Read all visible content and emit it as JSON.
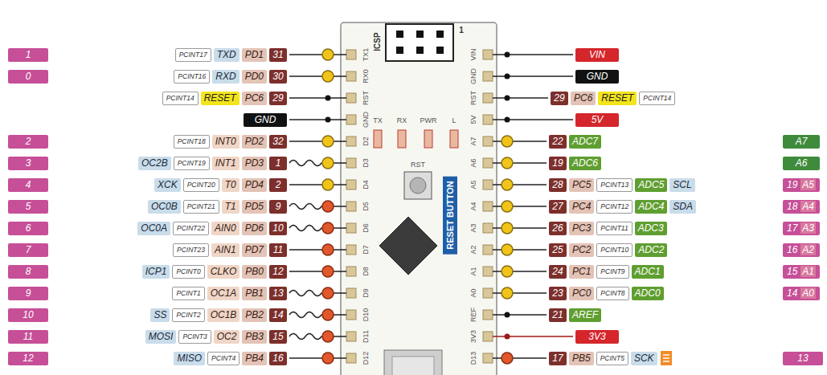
{
  "diagram": {
    "nodes": [
      {
        "text": [
          "1"
        ]
      },
      {
        "text": [
          "PCINT17"
        ]
      },
      {
        "text": [
          "TXD"
        ]
      },
      {
        "text": [
          "PD1"
        ]
      },
      {
        "text": [
          "31"
        ]
      },
      {
        "text": [
          "VIN"
        ]
      },
      {
        "text": [
          "0"
        ]
      },
      {
        "text": [
          "PCINT16"
        ]
      },
      {
        "text": [
          "RXD"
        ]
      },
      {
        "text": [
          "PD0"
        ]
      },
      {
        "text": [
          "30"
        ]
      },
      {
        "text": [
          "GND"
        ]
      },
      {
        "text": [
          "PCINT14"
        ]
      },
      {
        "text": [
          "RESET"
        ]
      },
      {
        "text": [
          "PC6"
        ]
      },
      {
        "text": [
          "29"
        ]
      },
      {
        "text": [
          "29"
        ]
      },
      {
        "text": [
          "PC6"
        ]
      },
      {
        "text": [
          "RESET"
        ]
      },
      {
        "text": [
          "PCINT14"
        ]
      },
      {
        "text": [
          "GND"
        ]
      },
      {
        "text": [
          "5V"
        ]
      },
      {
        "text": [
          "2"
        ]
      },
      {
        "text": [
          "PCINT18"
        ]
      },
      {
        "text": [
          "INT0"
        ]
      },
      {
        "text": [
          "PD2"
        ]
      },
      {
        "text": [
          "32"
        ]
      },
      {
        "text": [
          "22"
        ]
      },
      {
        "text": [
          "ADC7"
        ]
      },
      {
        "text": [
          "A7"
        ]
      },
      {
        "text": [
          "3"
        ]
      },
      {
        "text": [
          "OC2B"
        ]
      },
      {
        "text": [
          "PCINT19"
        ]
      },
      {
        "text": [
          "INT1"
        ]
      },
      {
        "text": [
          "PD3"
        ]
      },
      {
        "text": [
          "1"
        ]
      },
      {
        "text": [
          "19"
        ]
      },
      {
        "text": [
          "ADC6"
        ]
      },
      {
        "text": [
          "A6"
        ]
      },
      {
        "text": [
          "4"
        ]
      },
      {
        "text": [
          "XCK"
        ]
      },
      {
        "text": [
          "PCINT20"
        ]
      },
      {
        "text": [
          "T0"
        ]
      },
      {
        "text": [
          "PD4"
        ]
      },
      {
        "text": [
          "2"
        ]
      },
      {
        "text": [
          "28"
        ]
      },
      {
        "text": [
          "PC5"
        ]
      },
      {
        "text": [
          "PCINT13"
        ]
      },
      {
        "text": [
          "ADC5"
        ]
      },
      {
        "text": [
          "SCL"
        ]
      },
      {
        "text": [
          "19",
          "A5"
        ]
      },
      {
        "text": [
          "5"
        ]
      },
      {
        "text": [
          "OC0B"
        ]
      },
      {
        "text": [
          "PCINT21"
        ]
      },
      {
        "text": [
          "T1"
        ]
      },
      {
        "text": [
          "PD5"
        ]
      },
      {
        "text": [
          "9"
        ]
      },
      {
        "text": [
          "27"
        ]
      },
      {
        "text": [
          "PC4"
        ]
      },
      {
        "text": [
          "PCINT12"
        ]
      },
      {
        "text": [
          "ADC4"
        ]
      },
      {
        "text": [
          "SDA"
        ]
      },
      {
        "text": [
          "18",
          "A4"
        ]
      },
      {
        "text": [
          "6"
        ]
      },
      {
        "text": [
          "OC0A"
        ]
      },
      {
        "text": [
          "PCINT22"
        ]
      },
      {
        "text": [
          "AIN0"
        ]
      },
      {
        "text": [
          "PD6"
        ]
      },
      {
        "text": [
          "10"
        ]
      },
      {
        "text": [
          "26"
        ]
      },
      {
        "text": [
          "PC3"
        ]
      },
      {
        "text": [
          "PCINT11"
        ]
      },
      {
        "text": [
          "ADC3"
        ]
      },
      {
        "text": [
          "17",
          "A3"
        ]
      },
      {
        "text": [
          "7"
        ]
      },
      {
        "text": [
          "PCINT23"
        ]
      },
      {
        "text": [
          "AIN1"
        ]
      },
      {
        "text": [
          "PD7"
        ]
      },
      {
        "text": [
          "11"
        ]
      },
      {
        "text": [
          "25"
        ]
      },
      {
        "text": [
          "PC2"
        ]
      },
      {
        "text": [
          "PCINT10"
        ]
      },
      {
        "text": [
          "ADC2"
        ]
      },
      {
        "text": [
          "16",
          "A2"
        ]
      },
      {
        "text": [
          "8"
        ]
      },
      {
        "text": [
          "ICP1"
        ]
      },
      {
        "text": [
          "PCINT0"
        ]
      },
      {
        "text": [
          "CLKO"
        ]
      },
      {
        "text": [
          "PB0"
        ]
      },
      {
        "text": [
          "12"
        ]
      },
      {
        "text": [
          "24"
        ]
      },
      {
        "text": [
          "PC1"
        ]
      },
      {
        "text": [
          "PCINT9"
        ]
      },
      {
        "text": [
          "ADC1"
        ]
      },
      {
        "text": [
          "15",
          "A1"
        ]
      },
      {
        "text": [
          "9"
        ]
      },
      {
        "text": [
          "PCINT1"
        ]
      },
      {
        "text": [
          "OC1A"
        ]
      },
      {
        "text": [
          "PB1"
        ]
      },
      {
        "text": [
          "13"
        ]
      },
      {
        "text": [
          "23"
        ]
      },
      {
        "text": [
          "PC0"
        ]
      },
      {
        "text": [
          "PCINT8"
        ]
      },
      {
        "text": [
          "ADC0"
        ]
      },
      {
        "text": [
          "14",
          "A0"
        ]
      },
      {
        "text": [
          "10"
        ]
      },
      {
        "text": [
          "SS"
        ]
      },
      {
        "text": [
          "PCINT2"
        ]
      },
      {
        "text": [
          "OC1B"
        ]
      },
      {
        "text": [
          "PB2"
        ]
      },
      {
        "text": [
          "14"
        ]
      },
      {
        "text": [
          "21"
        ]
      },
      {
        "text": [
          "AREF"
        ]
      },
      {
        "text": [
          "11"
        ]
      },
      {
        "text": [
          "MOSI"
        ]
      },
      {
        "text": [
          "PCINT3"
        ]
      },
      {
        "text": [
          "OC2"
        ]
      },
      {
        "text": [
          "PB3"
        ]
      },
      {
        "text": [
          "15"
        ]
      },
      {
        "text": [
          "3V3"
        ]
      },
      {
        "text": [
          "12"
        ]
      },
      {
        "text": [
          "MISO"
        ]
      },
      {
        "text": [
          "PCINT4"
        ]
      },
      {
        "text": [
          "PB4"
        ]
      },
      {
        "text": [
          "16"
        ]
      },
      {
        "text": [
          "17"
        ]
      },
      {
        "text": [
          "PB5"
        ]
      },
      {
        "text": [
          "PCINT5"
        ]
      },
      {
        "text": [
          "SCK"
        ]
      },
      {
        "text": [
          "13"
        ]
      },
      {
        "text": [
          "RESET BUTTON"
        ]
      }
    ],
    "labels": [
      "TX1",
      "RX0",
      "RST",
      "GND",
      "D2",
      "D3",
      "D4",
      "D5",
      "D6",
      "D7",
      "D8",
      "D9",
      "D10",
      "D11",
      "D12",
      "VIN",
      "GND",
      "RST",
      "5V",
      "A7",
      "A6",
      "A5",
      "A4",
      "A3",
      "A2",
      "A1",
      "A0",
      "REF",
      "3V3",
      "D13",
      "ICSP",
      "1",
      "TX",
      "RX",
      "PWR",
      "L",
      "RST"
    ]
  }
}
